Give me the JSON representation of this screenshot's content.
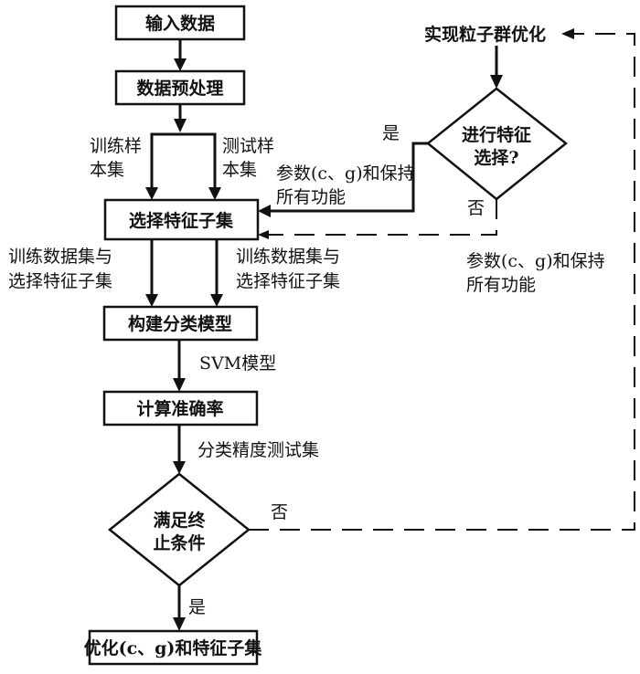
{
  "diagram": {
    "type": "flowchart",
    "nodes": {
      "input_data": "输入数据",
      "preprocess": "数据预处理",
      "select_subset": "选择特征子集",
      "build_model": "构建分类模型",
      "calc_accuracy": "计算准确率",
      "terminate_check": [
        "满足终",
        "止条件"
      ],
      "result": "优化(c、g)和特征子集",
      "pso": "实现粒子群优化",
      "feature_select_check": [
        "进行特征",
        "选择?"
      ]
    },
    "edge_labels": {
      "train_sample": [
        "训练样",
        "本集"
      ],
      "test_sample": [
        "测试样",
        "本集"
      ],
      "train_select_left": [
        "训练数据集与",
        "选择特征子集"
      ],
      "train_select_right": [
        "训练数据集与",
        "选择特征子集"
      ],
      "svm_model": "SVM模型",
      "accuracy_test": "分类精度测试集",
      "yes_top": "是",
      "no_top": "否",
      "params_yes": [
        "参数(c、g)和保持",
        "所有功能"
      ],
      "params_no": [
        "参数(c、g)和保持",
        "所有功能"
      ],
      "no_terminate": "否",
      "yes_terminate": "是"
    }
  }
}
